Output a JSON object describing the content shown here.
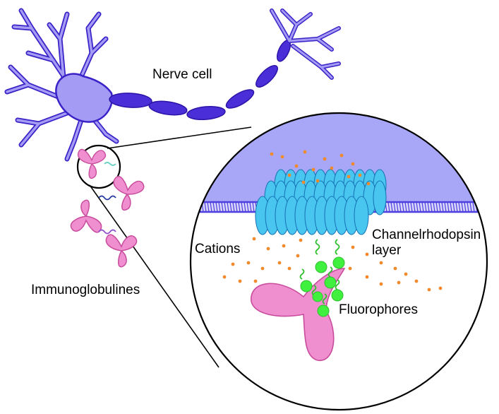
{
  "labels": {
    "nerve_cell": "Nerve cell",
    "immunoglobulines": "Immunoglobulines",
    "cations": "Cations",
    "channelrhodopsin_line1": "Channelrhodopsin",
    "channelrhodopsin_line2": "layer",
    "fluorophores": "Fluorophores"
  },
  "colors": {
    "neuron_fill": "#a49cf4",
    "neuron_stroke": "#3a22c8",
    "axon_segment": "#4a2fd8",
    "membrane_top": "#a7a6f7",
    "membrane_line": "#4d3fe0",
    "channel_fill": "#48c6f0",
    "channel_stroke": "#1b78b8",
    "antibody_fill": "#f08fcf",
    "antibody_stroke": "#c84c9c",
    "fluorophore": "#3ff03f",
    "cation": "#f08a2c",
    "outline": "#000000"
  },
  "icons": [
    "neuron-icon",
    "antibody-icon",
    "fluorophore-icon",
    "ion-channel-icon"
  ]
}
